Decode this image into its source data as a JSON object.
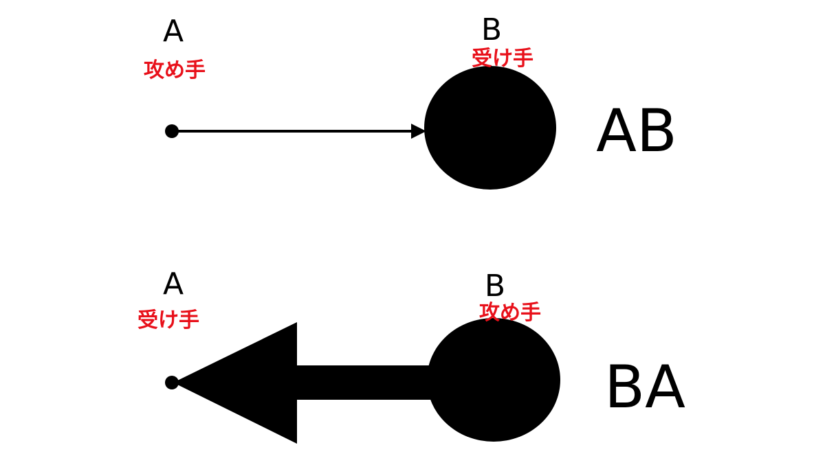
{
  "colors": {
    "ink": "#000000",
    "role": "#e8101a",
    "background": "#ffffff"
  },
  "panels": [
    {
      "a_letter": "A",
      "a_role": "攻め手",
      "b_letter": "B",
      "b_role": "受け手",
      "label": "AB"
    },
    {
      "a_letter": "A",
      "a_role": "受け手",
      "b_letter": "B",
      "b_role": "攻め手",
      "label": "BA"
    }
  ]
}
